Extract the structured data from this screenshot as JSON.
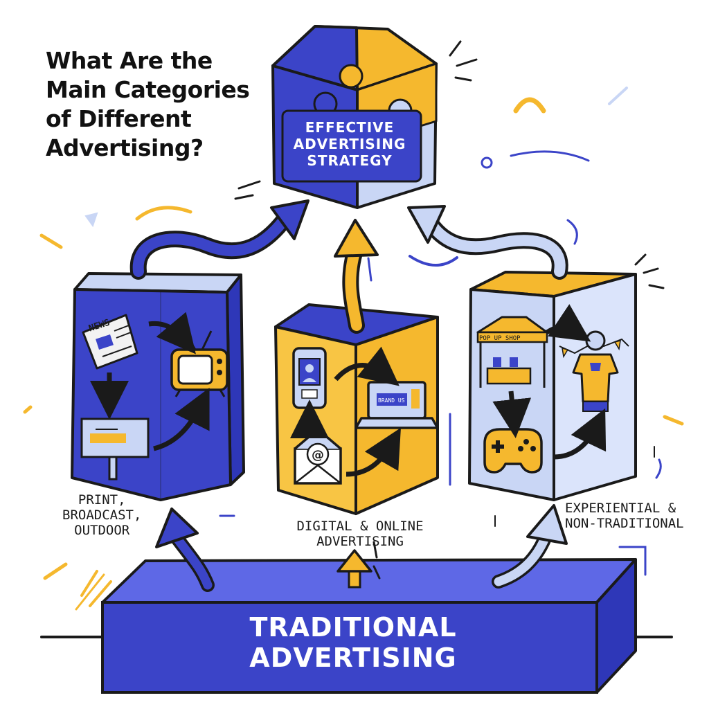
{
  "title": {
    "line1": "What Are the",
    "line2": "Main Categories",
    "line3": "of Different",
    "line4": "Advertising?"
  },
  "hub": {
    "line1": "EFFECTIVE",
    "line2": "ADVERTISING",
    "line3": "STRATEGY"
  },
  "categories": [
    {
      "line1": "PRINT,",
      "line2": "BROADCAST,",
      "line3": "OUTDOOR"
    },
    {
      "line1": "DIGITAL & ONLINE",
      "line2": "ADVERTISING"
    },
    {
      "line1": "EXPERIENTIAL &",
      "line2": "NON-TRADITIONAL"
    }
  ],
  "base": {
    "line1": "TRADITIONAL",
    "line2": "ADVERTISING"
  },
  "icon_labels": {
    "news": "NEWS",
    "popup": "POP UP SHOP",
    "laptop": "BRAND US",
    "email": "@"
  },
  "icons": [
    "newspaper-icon",
    "tv-icon",
    "billboard-icon",
    "phone-icon",
    "laptop-icon",
    "email-icon",
    "popup-tent-icon",
    "person-tshirt-icon",
    "gamepad-icon"
  ],
  "colors": {
    "blue": "#3b44c8",
    "yellow": "#f5b82e",
    "light_blue": "#c9d6f5",
    "ink": "#1a1a1a"
  }
}
